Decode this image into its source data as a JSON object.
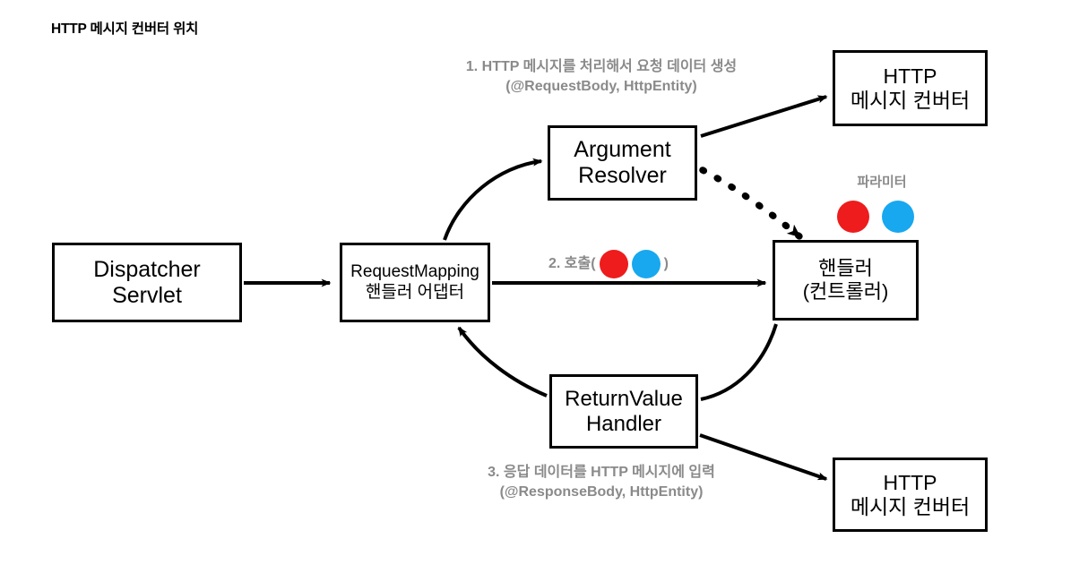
{
  "page": {
    "title": "HTTP 메시지 컨버터 위치"
  },
  "colors": {
    "red_dot": "#ee1c1c",
    "blue_dot": "#17a8f0",
    "annotation_gray": "#8a8a8a",
    "stroke": "#000000",
    "background": "#ffffff"
  },
  "nodes": [
    {
      "id": "dispatcher-servlet",
      "line1": "Dispatcher",
      "line2": "Servlet"
    },
    {
      "id": "request-mapping-adapter",
      "line1": "RequestMapping",
      "line2": "핸들러 어댑터"
    },
    {
      "id": "argument-resolver",
      "line1": "Argument",
      "line2": "Resolver"
    },
    {
      "id": "return-value-handler",
      "line1": "ReturnValue",
      "line2": "Handler"
    },
    {
      "id": "handler-controller",
      "line1": "핸들러",
      "line2": "(컨트롤러)"
    },
    {
      "id": "http-converter-top",
      "line1": "HTTP",
      "line2": "메시지 컨버터"
    },
    {
      "id": "http-converter-bottom",
      "line1": "HTTP",
      "line2": "메시지 컨버터"
    }
  ],
  "annotations": {
    "step1_line1": "1. HTTP 메시지를 처리해서 요청 데이터 생성",
    "step1_line2": "(@RequestBody, HttpEntity)",
    "step2_prefix": "2. 호출(",
    "step2_suffix": ")",
    "step3_line1": "3. 응답 데이터를 HTTP 메시지에 입력",
    "step3_line2": "(@ResponseBody, HttpEntity)",
    "parameter_label": "파라미터"
  },
  "icons": {
    "red_circle": "red-circle-icon",
    "blue_circle": "blue-circle-icon",
    "arrow_solid": "arrow-solid-icon",
    "arrow_dotted": "arrow-dotted-icon"
  }
}
